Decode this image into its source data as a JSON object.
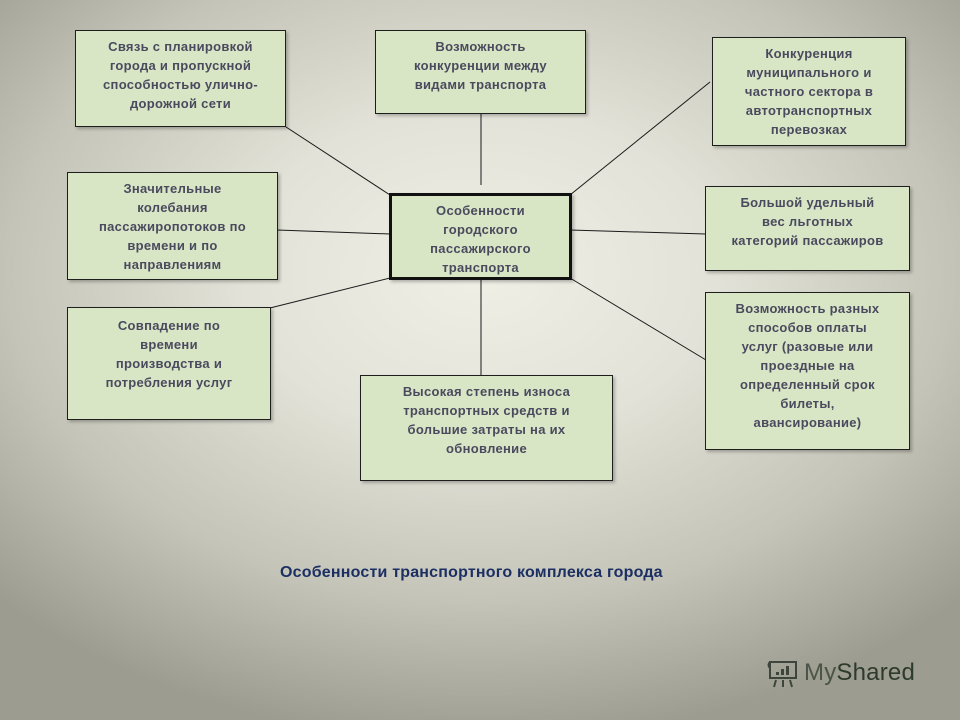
{
  "center": {
    "lines": [
      "Особенности",
      "городского",
      "пассажирского",
      "транспорта"
    ]
  },
  "nodes": [
    {
      "id": "top-left",
      "lines": [
        "Связь с планировкой",
        "города и пропускной",
        "способностью улично-",
        "дорожной сети"
      ]
    },
    {
      "id": "top-center",
      "lines": [
        "Возможность",
        "конкуренции между",
        "видами транспорта"
      ]
    },
    {
      "id": "top-right",
      "lines": [
        "Конкуренция",
        "муниципального и",
        "частного сектора в",
        "автотранспортных",
        "перевозках"
      ]
    },
    {
      "id": "mid-left",
      "lines": [
        "Значительные",
        "колебания",
        "пассажиропотоков по",
        "времени и по",
        "направлениям"
      ]
    },
    {
      "id": "mid-right",
      "lines": [
        "Большой удельный",
        "вес льготных",
        "категорий пассажиров"
      ]
    },
    {
      "id": "low-left",
      "lines": [
        "Совпадение по",
        "времени",
        "производства и",
        "потребления услуг"
      ]
    },
    {
      "id": "bottom-center",
      "lines": [
        "Высокая степень износа",
        "транспортных средств и",
        "большие затраты на их",
        "обновление"
      ]
    },
    {
      "id": "low-right",
      "lines": [
        "Возможность разных",
        "способов оплаты",
        "услуг (разовые или",
        "проездные на",
        "определенный срок",
        "билеты,",
        "авансирование)"
      ]
    }
  ],
  "caption": "Особенности транспортного комплекса города",
  "watermark": {
    "icon": "presentation-board-icon",
    "text_light": "My",
    "text_bold": "Shared"
  },
  "colors": {
    "box_fill": "#d9e6c6",
    "box_text": "#4a4a5e",
    "caption": "#1c2f63"
  }
}
